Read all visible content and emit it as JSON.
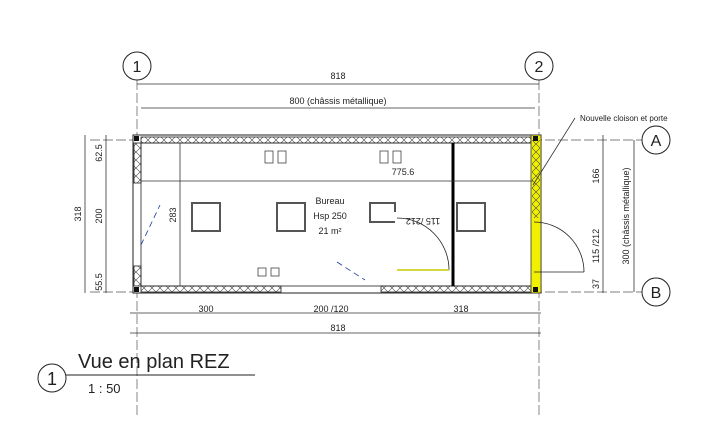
{
  "grids": {
    "col1": "1",
    "col2": "2",
    "rowA": "A",
    "rowB": "B"
  },
  "dimensions": {
    "overall_top": "818",
    "chassis_top": "800 (châssis métallique)",
    "inner_length": "775.6",
    "left_total": "318",
    "left_top": "62.5",
    "left_window": "200",
    "left_bottom": "55.5",
    "inner_width": "283",
    "bottom_left": "300",
    "bottom_door": "200 /120",
    "bottom_right": "318",
    "overall_bottom": "818",
    "right_top": "166",
    "right_door": "115 /212",
    "right_bottom": "37",
    "right_chassis": "300 (châssis métallique)",
    "inner_door": "115 /212"
  },
  "room": {
    "name": "Bureau",
    "height": "Hsp 250",
    "area": "21 m²"
  },
  "callout": "Nouvelle cloison et porte",
  "title": {
    "number": "1",
    "name": "Vue en plan REZ",
    "scale": "1 : 50"
  },
  "colors": {
    "highlight": "#f0f000",
    "door_swing": "#1a3aa0"
  }
}
